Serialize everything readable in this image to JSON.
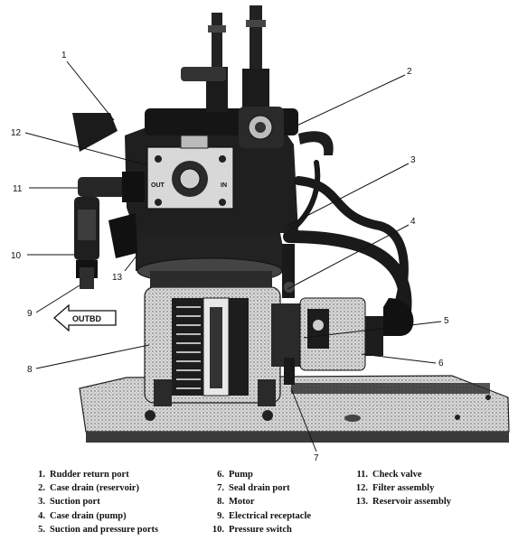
{
  "figure": {
    "outbd_label": "OUTBD",
    "plate_out_label": "OUT",
    "plate_in_label": "IN",
    "callouts": [
      "1",
      "2",
      "3",
      "4",
      "5",
      "6",
      "7",
      "8",
      "9",
      "10",
      "11",
      "12",
      "13"
    ]
  },
  "legend": {
    "col1": [
      {
        "num": "1.",
        "text": "Rudder return port"
      },
      {
        "num": "2.",
        "text": "Case drain (reservoir)"
      },
      {
        "num": "3.",
        "text": "Suction port"
      },
      {
        "num": "4.",
        "text": "Case drain (pump)"
      },
      {
        "num": "5.",
        "text": "Suction and pressure ports"
      }
    ],
    "col2": [
      {
        "num": "6.",
        "text": "Pump"
      },
      {
        "num": "7.",
        "text": "Seal drain port"
      },
      {
        "num": "8.",
        "text": "Motor"
      },
      {
        "num": "9.",
        "text": "Electrical receptacle"
      },
      {
        "num": "10.",
        "text": "Pressure switch"
      }
    ],
    "col3": [
      {
        "num": "11.",
        "text": "Check valve"
      },
      {
        "num": "12.",
        "text": "Filter assembly"
      },
      {
        "num": "13.",
        "text": "Reservoir assembly"
      }
    ]
  }
}
